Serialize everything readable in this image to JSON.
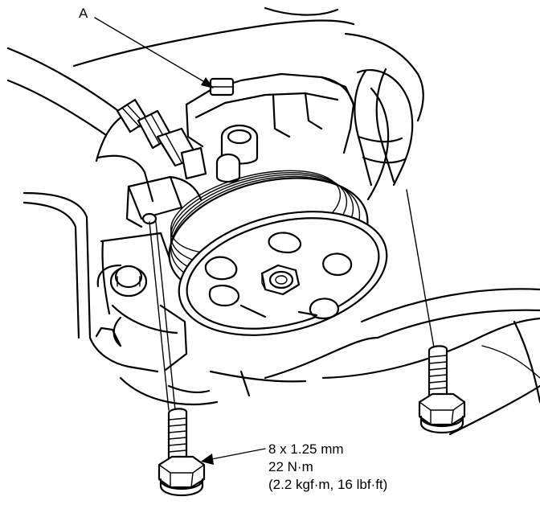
{
  "callouts": {
    "part_label": "A",
    "bolt_spec": {
      "size": "8 x 1.25 mm",
      "torque_nm": "22 N·m",
      "torque_alt": "(2.2 kgf·m, 16 lbf·ft)"
    }
  },
  "colors": {
    "line": "#000000",
    "background": "#ffffff"
  }
}
